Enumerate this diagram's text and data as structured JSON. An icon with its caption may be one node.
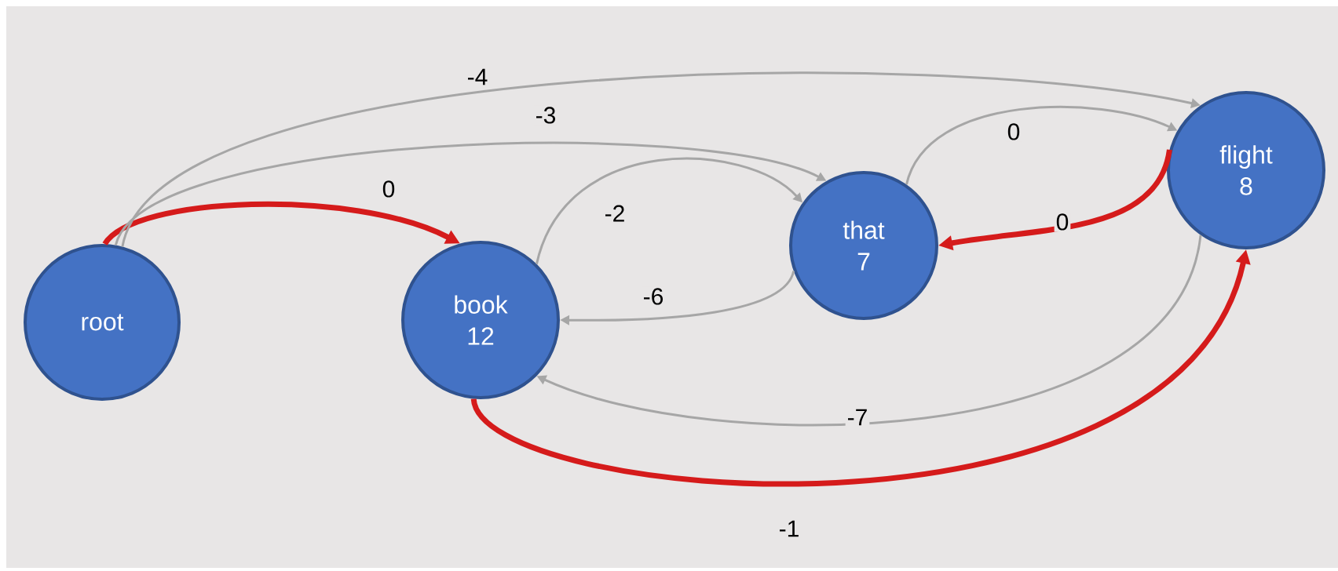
{
  "diagram": {
    "nodes": [
      {
        "text": [
          "root"
        ]
      },
      {
        "text": [
          "book",
          "12"
        ]
      },
      {
        "text": [
          "that",
          "7"
        ]
      },
      {
        "text": [
          "flight",
          "8"
        ]
      }
    ],
    "edges": [
      {
        "from": 0,
        "to": 1,
        "arrow": "to",
        "label": "0",
        "style": "thick",
        "color": "#d51b1b"
      },
      {
        "from": 0,
        "to": 2,
        "arrow": "to",
        "label": "-3"
      },
      {
        "from": 0,
        "to": 3,
        "arrow": "to",
        "label": "-4"
      },
      {
        "from": 1,
        "to": 2,
        "arrow": "to",
        "label": "-2"
      },
      {
        "from": 2,
        "to": 1,
        "arrow": "to",
        "label": "-6"
      },
      {
        "from": 2,
        "to": 3,
        "arrow": "to",
        "label": "0"
      },
      {
        "from": 3,
        "to": 2,
        "arrow": "to",
        "label": "0",
        "style": "thick",
        "color": "#d51b1b"
      },
      {
        "from": 3,
        "to": 1,
        "arrow": "to",
        "label": "-7"
      },
      {
        "from": 1,
        "to": 3,
        "arrow": "to",
        "label": "-1",
        "style": "thick",
        "color": "#d51b1b"
      }
    ]
  }
}
